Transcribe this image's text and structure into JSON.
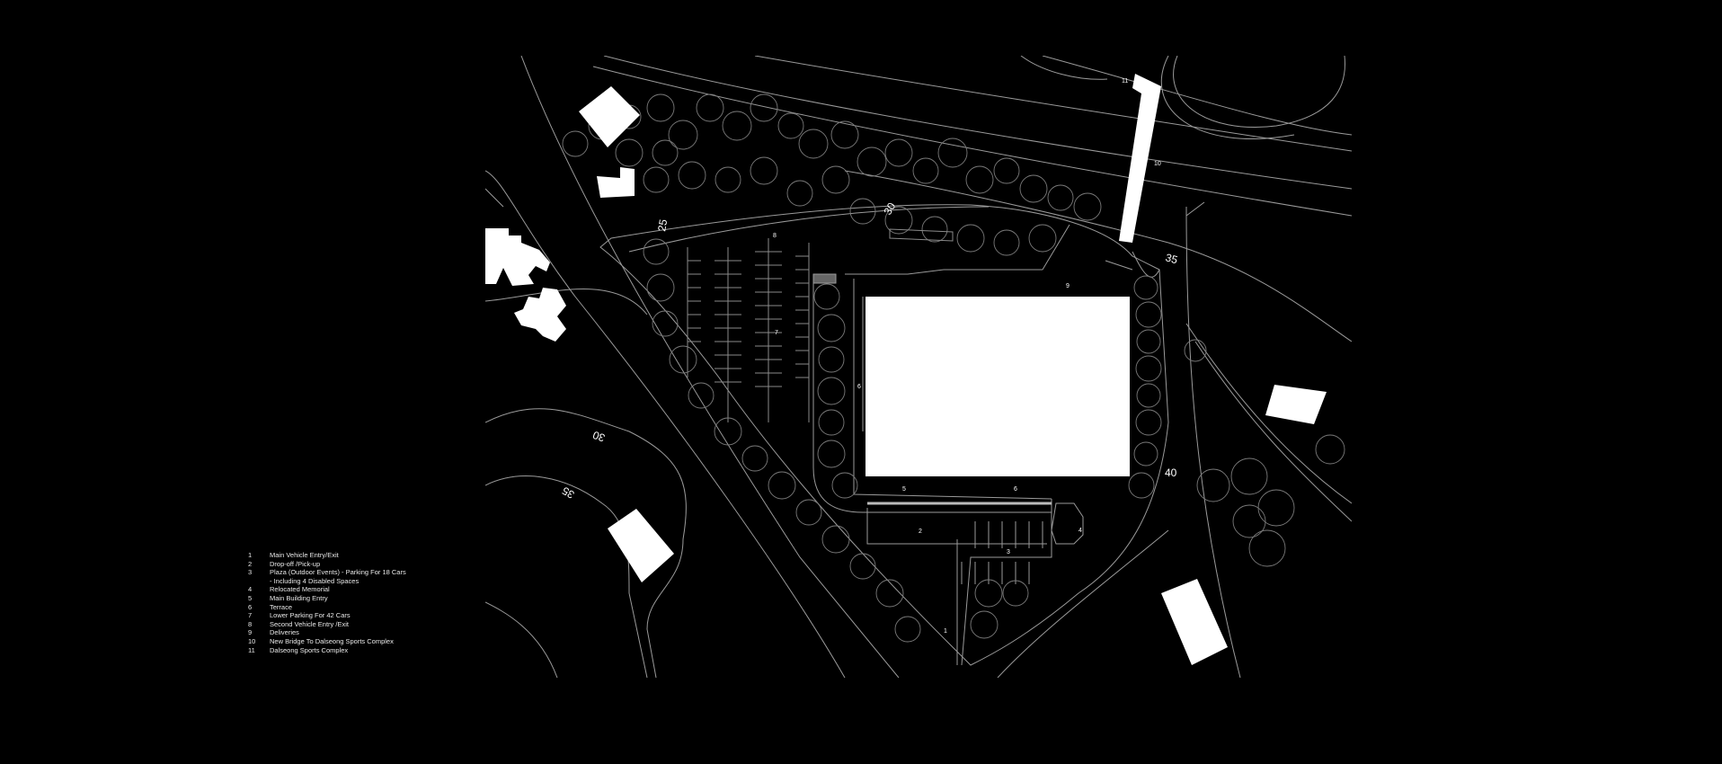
{
  "colors": {
    "background": "#000000",
    "line": "#9a9a9a",
    "building_fill": "#ffffff",
    "tree_line": "#7a7a7a"
  },
  "contours": [
    "25",
    "30",
    "35",
    "30",
    "35",
    "40"
  ],
  "labels": [
    "1",
    "2",
    "3",
    "4",
    "5",
    "6",
    "7",
    "8",
    "9",
    "10",
    "11"
  ],
  "legend": [
    {
      "num": "1",
      "text": "Main Vehicle Entry/Exit"
    },
    {
      "num": "2",
      "text": "Drop-off /Pick-up"
    },
    {
      "num": "3",
      "text": "Plaza (Outdoor Events) - Parking For 18 Cars",
      "cont": "- Including 4 Disabled Spaces"
    },
    {
      "num": "4",
      "text": "Relocated Memorial"
    },
    {
      "num": "5",
      "text": "Main Building Entry"
    },
    {
      "num": "6",
      "text": "Terrace"
    },
    {
      "num": "7",
      "text": "Lower Parking For 42 Cars"
    },
    {
      "num": "8",
      "text": "Second Vehicle Entry /Exit"
    },
    {
      "num": "9",
      "text": "Deliveries"
    },
    {
      "num": "10",
      "text": "New Bridge To Dalseong Sports Complex"
    },
    {
      "num": "11",
      "text": "Dalseong Sports Complex"
    }
  ]
}
